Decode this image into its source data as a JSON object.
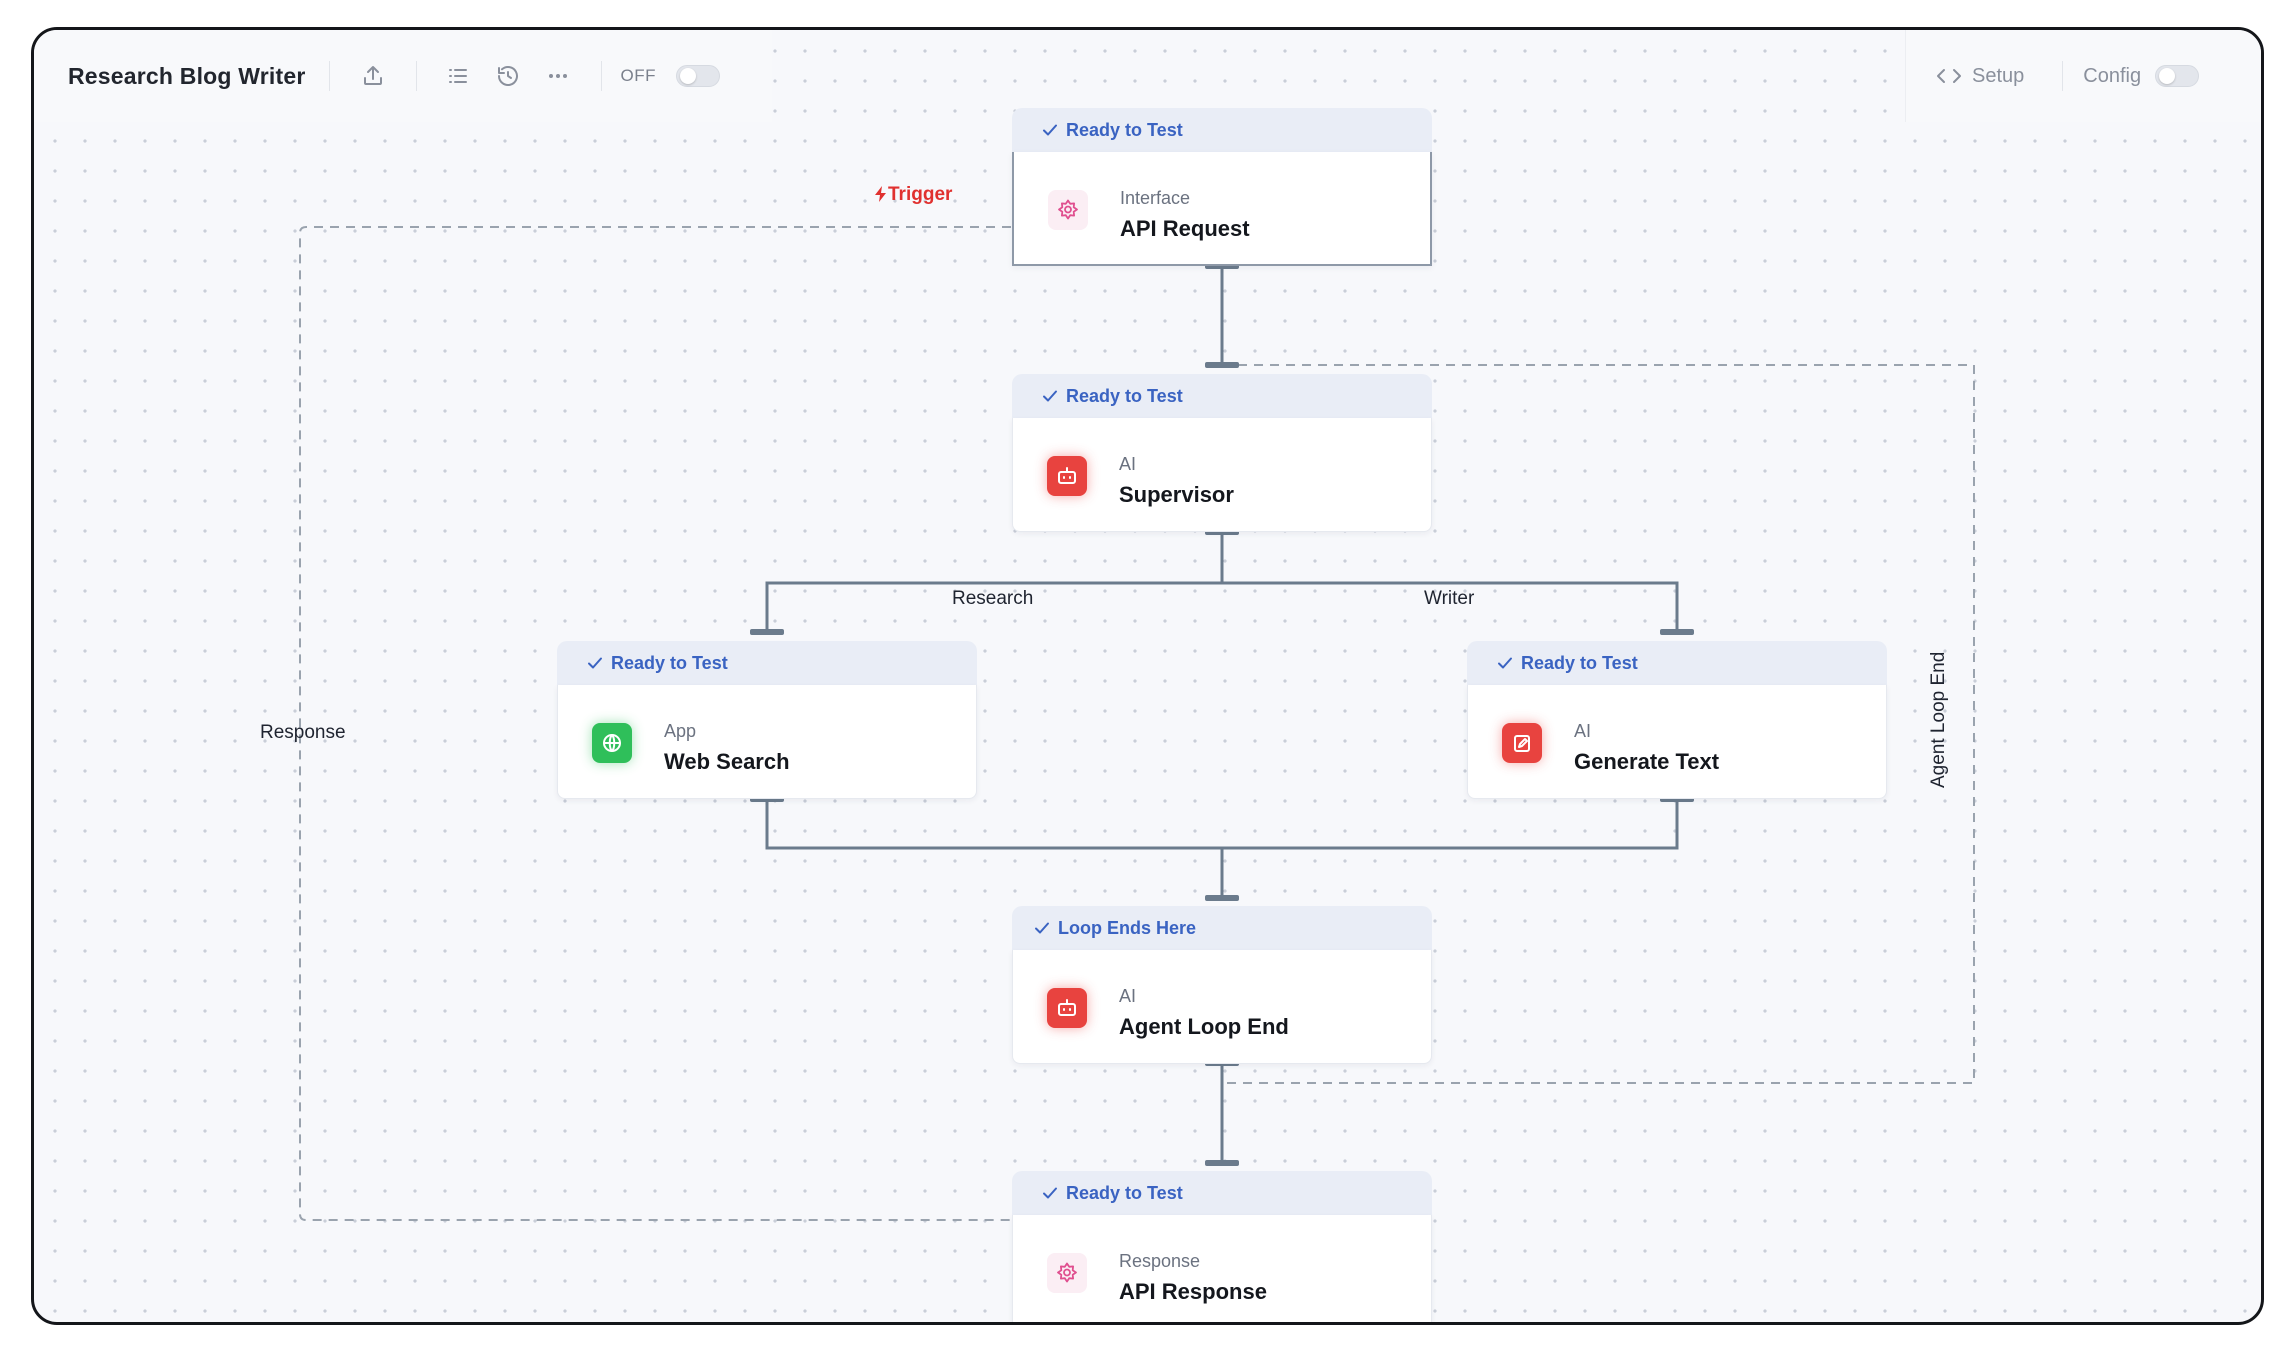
{
  "app": {
    "title": "Research Blog Writer",
    "toggle_label": "OFF",
    "setup_label": "Setup",
    "config_label": "Config",
    "toolbar_icons": [
      "share-upload-icon",
      "list-icon",
      "history-icon",
      "more-icon"
    ]
  },
  "nodes": {
    "api_request": {
      "status": "Ready to Test",
      "category": "Interface",
      "name": "API Request",
      "icon": "gear-icon"
    },
    "supervisor": {
      "status": "Ready to Test",
      "category": "AI",
      "name": "Supervisor",
      "icon": "robot-icon"
    },
    "web_search": {
      "status": "Ready to Test",
      "category": "App",
      "name": "Web Search",
      "icon": "globe-icon"
    },
    "generate_text": {
      "status": "Ready to Test",
      "category": "AI",
      "name": "Generate Text",
      "icon": "edit-icon"
    },
    "agent_loop_end": {
      "status": "Loop Ends Here",
      "category": "AI",
      "name": "Agent Loop End",
      "icon": "robot-icon"
    },
    "api_response": {
      "status": "Ready to Test",
      "category": "Response",
      "name": "API Response",
      "icon": "gear-icon"
    }
  },
  "edge_labels": {
    "trigger": "Trigger",
    "research": "Research",
    "writer": "Writer",
    "response": "Response",
    "agent_loop_end": "Agent Loop End"
  },
  "colors": {
    "status_text": "#3a63c2",
    "ai_icon": "#e8433f",
    "app_icon": "#2fbf5a",
    "trigger": "#e0312f",
    "connector": "#6b7b8c"
  }
}
